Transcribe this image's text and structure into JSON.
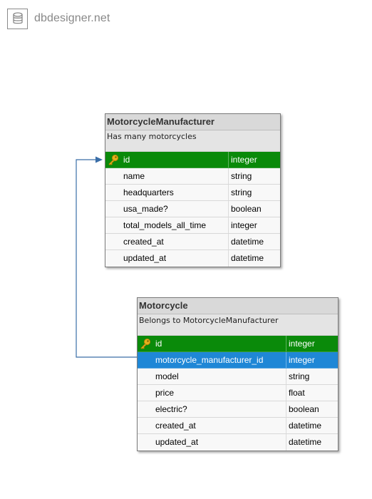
{
  "brand": {
    "text": "dbdesigner.net",
    "icon": "database-icon"
  },
  "tables": {
    "manufacturer": {
      "title": "MotorcycleManufacturer",
      "note": "Has many motorcycles",
      "columns": [
        {
          "name": "id",
          "type": "integer",
          "key": "primary"
        },
        {
          "name": "name",
          "type": "string"
        },
        {
          "name": "headquarters",
          "type": "string"
        },
        {
          "name": "usa_made?",
          "type": "boolean"
        },
        {
          "name": "total_models_all_time",
          "type": "integer"
        },
        {
          "name": "created_at",
          "type": "datetime"
        },
        {
          "name": "updated_at",
          "type": "datetime"
        }
      ]
    },
    "motorcycle": {
      "title": "Motorcycle",
      "note": "Belongs to MotorcycleManufacturer",
      "columns": [
        {
          "name": "id",
          "type": "integer",
          "key": "primary"
        },
        {
          "name": "motorcycle_manufacturer_id",
          "type": "integer",
          "selected": true
        },
        {
          "name": "model",
          "type": "string"
        },
        {
          "name": "price",
          "type": "float"
        },
        {
          "name": "electric?",
          "type": "boolean"
        },
        {
          "name": "created_at",
          "type": "datetime"
        },
        {
          "name": "updated_at",
          "type": "datetime"
        }
      ]
    }
  },
  "relation": {
    "from": "motorcycle.motorcycle_manufacturer_id",
    "to": "manufacturer.id"
  },
  "colors": {
    "primary_key_row": "#0a8a0a",
    "selected_row": "#1f87d6",
    "connector": "#3a6ea8",
    "key_icon": "#e3b21b"
  }
}
